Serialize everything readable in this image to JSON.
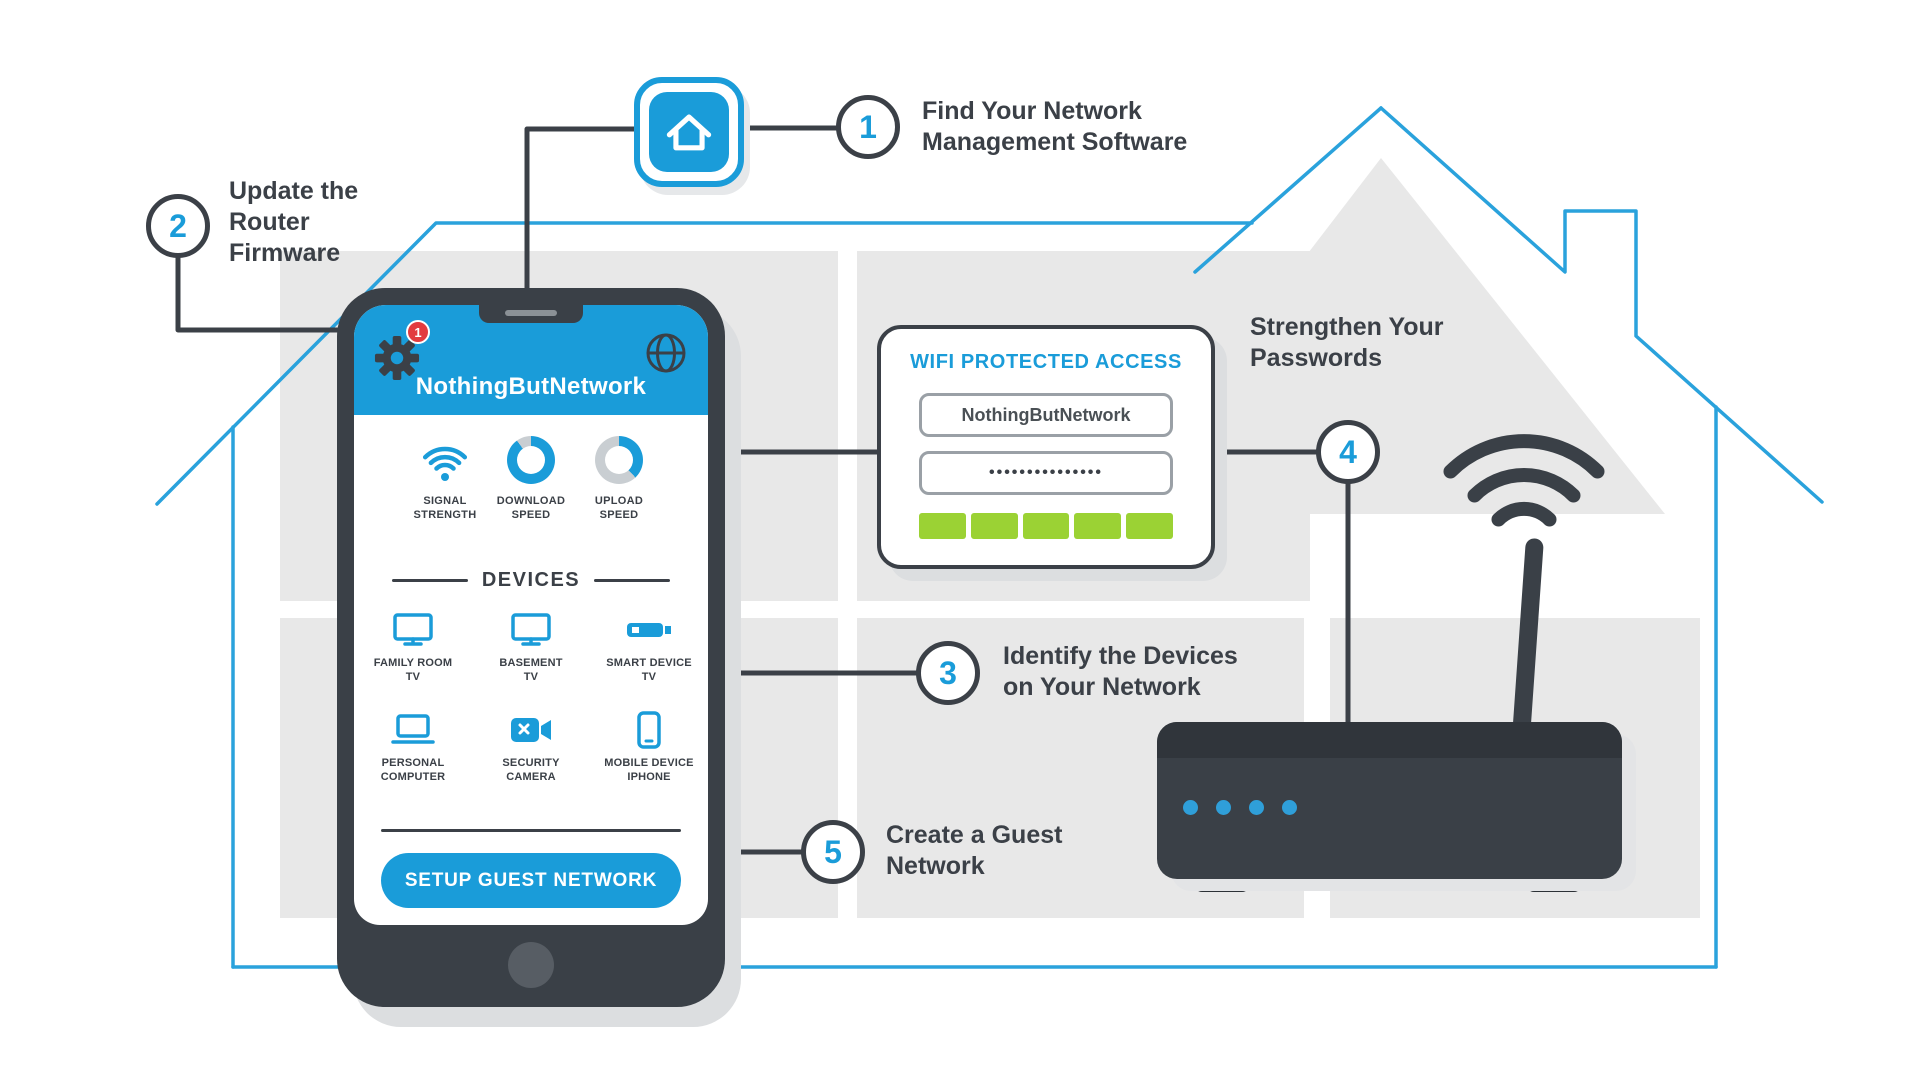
{
  "colors": {
    "blue": "#1a9cd9",
    "dark": "#3b4047",
    "room_gray": "#e8e8e8",
    "house_line_blue": "#2aa2dc",
    "green": "#9bd234",
    "badge_red": "#e23b3f",
    "donut_gray": "#c9ced2"
  },
  "steps": {
    "s1": {
      "num": "1",
      "lines": [
        "Find Your Network",
        "Management Software"
      ]
    },
    "s2": {
      "num": "2",
      "lines": [
        "Update the",
        "Router",
        "Firmware"
      ]
    },
    "s3": {
      "num": "3",
      "lines": [
        "Identify the Devices",
        "on Your Network"
      ]
    },
    "s4": {
      "num": "4",
      "lines": [
        "Strengthen Your",
        "Passwords"
      ]
    },
    "s5": {
      "num": "5",
      "lines": [
        "Create a Guest",
        "Network"
      ]
    }
  },
  "phone": {
    "app_title": "NothingButNetwork",
    "badge_count": "1",
    "stats": [
      {
        "lines": [
          "SIGNAL",
          "STRENGTH"
        ]
      },
      {
        "lines": [
          "DOWNLOAD",
          "SPEED"
        ]
      },
      {
        "lines": [
          "UPLOAD",
          "SPEED"
        ]
      }
    ],
    "gauges": {
      "download_pct": 90,
      "upload_pct": 38
    },
    "devices_header": "DEVICES",
    "devices": [
      {
        "lines": [
          "FAMILY ROOM",
          "TV"
        ]
      },
      {
        "lines": [
          "BASEMENT",
          "TV"
        ]
      },
      {
        "lines": [
          "SMART DEVICE",
          "TV"
        ]
      },
      {
        "lines": [
          "PERSONAL",
          "COMPUTER"
        ]
      },
      {
        "lines": [
          "SECURITY",
          "CAMERA"
        ]
      },
      {
        "lines": [
          "MOBILE DEVICE",
          "IPHONE"
        ]
      }
    ],
    "guest_button": "SETUP GUEST NETWORK"
  },
  "wpa_card": {
    "title": "WIFI PROTECTED ACCESS",
    "network_name": "NothingButNetwork",
    "password_masked": "•••••••••••••••",
    "strength_segments": 5
  }
}
